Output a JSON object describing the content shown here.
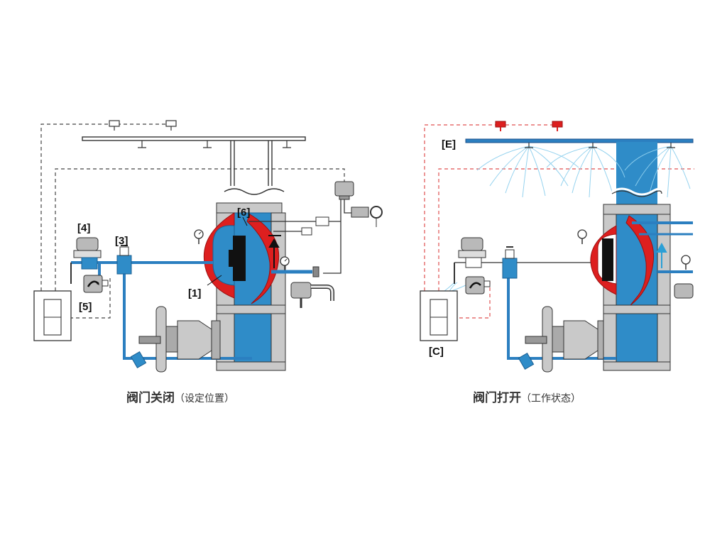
{
  "colors": {
    "water": "#2f8cc8",
    "pipe_blue": "#2b7fc0",
    "chamber_red": "#dd1f1f",
    "dash_dark": "#444444",
    "dash_red": "#e05050",
    "metal": "#c9c9c9",
    "spray": "#8fd0ee"
  },
  "left_panel": {
    "labels": {
      "l1": "[1]",
      "l3": "[3]",
      "l4": "[4]",
      "l5": "[5]",
      "l6": "[6]"
    },
    "caption": {
      "main": "阀门关闭",
      "sub": "（设定位置）"
    }
  },
  "right_panel": {
    "labels": {
      "lE": "[E]",
      "lC": "[C]"
    },
    "caption": {
      "main": "阀门打开",
      "sub": "（工作状态）"
    }
  }
}
